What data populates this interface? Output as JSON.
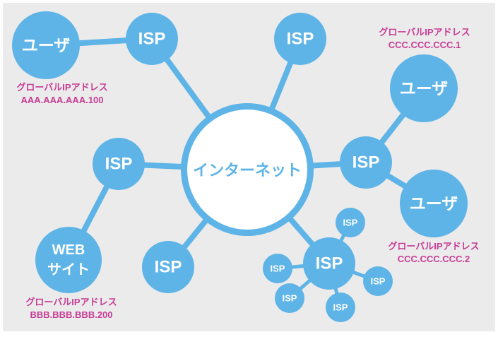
{
  "colors": {
    "node": "#5eb4e6",
    "edge": "#5eb4e6",
    "label": "#c73c95",
    "background": "#ebebeb",
    "internet_fill": "#ffffff"
  },
  "internet": {
    "label": "インターネット"
  },
  "users": [
    {
      "label": "ユーザ"
    },
    {
      "label": "ユーザ"
    },
    {
      "label": "ユーザ"
    }
  ],
  "web_site": {
    "line1": "WEB",
    "line2": "サイト"
  },
  "isp_label": "ISP",
  "address_labels": [
    {
      "title": "グローバルIPアドレス",
      "address": "AAA.AAA.AAA.100"
    },
    {
      "title": "グローバルIPアドレス",
      "address": "CCC.CCC.CCC.1"
    },
    {
      "title": "グローバルIPアドレス",
      "address": "CCC.CCC.CCC.2"
    },
    {
      "title": "グローバルIPアドレス",
      "address": "BBB.BBB.BBB.200"
    }
  ]
}
